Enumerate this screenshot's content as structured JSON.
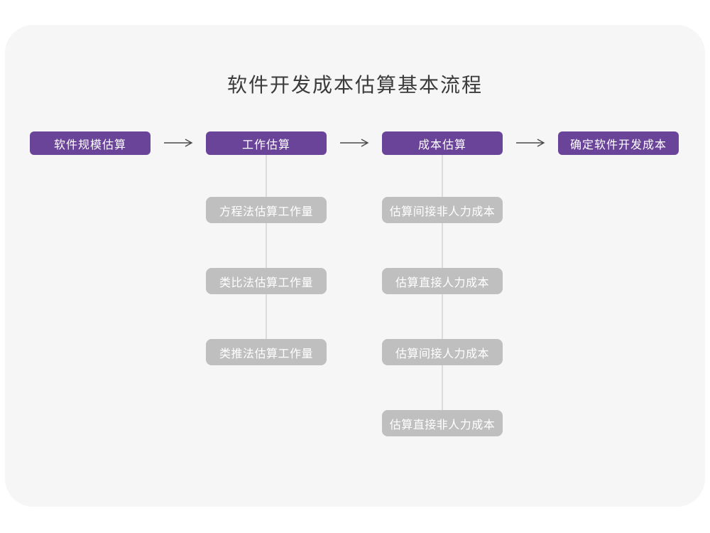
{
  "title": "软件开发成本估算基本流程",
  "colors": {
    "page_bg": "#ffffff",
    "card_bg": "#f6f6f7",
    "primary": "#6a4499",
    "sub_box": "#bfbfbf",
    "connector": "#dcdcdc",
    "arrow": "#4a4a4a",
    "title_text": "#3b3b3b",
    "box_text": "#ffffff"
  },
  "flow": {
    "main_steps": [
      {
        "label": "软件规模估算",
        "sub_steps": []
      },
      {
        "label": "工作估算",
        "sub_steps": [
          "方程法估算工作量",
          "类比法估算工作量",
          "类推法估算工作量"
        ]
      },
      {
        "label": "成本估算",
        "sub_steps": [
          "估算间接非人力成本",
          "估算直接人力成本",
          "估算间接人力成本",
          "估算直接非人力成本"
        ]
      },
      {
        "label": "确定软件开发成本",
        "sub_steps": []
      }
    ]
  }
}
